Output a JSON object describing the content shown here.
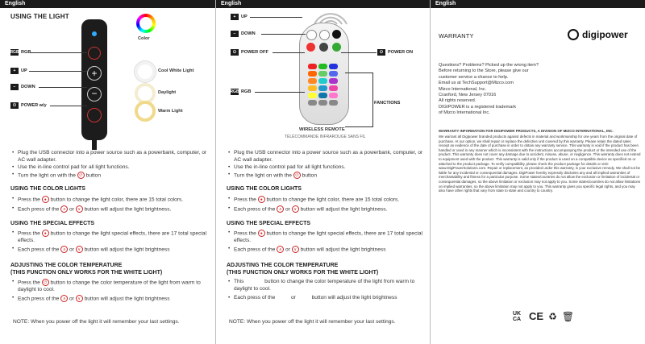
{
  "lang": "English",
  "col1": {
    "title": "USING THE LIGHT",
    "labels": {
      "color": "Color",
      "rgb": "RGB",
      "up": "UP",
      "down": "DOWN",
      "power": "POWER w/y",
      "cool": "Cool White Light",
      "day": "Daylight",
      "warm": "Warm Light"
    },
    "bullets": [
      "Plug the USB connector into a power source such as a powerbank, computer, or AC wall adapter.",
      "Use the in-line control pad for all light functions.",
      "Turn the light on with the",
      "button"
    ],
    "s_color": "USING THE COLOR LIGHTS",
    "color_l1a": "Press the",
    "color_l1b": "button to change the light color, there are 15 total colors.",
    "each_a": "Each press of the",
    "or": "or",
    "each_b": "button will adjust the light brightness.",
    "s_fx": "USING THE SPECIAL EFFECTS",
    "fx_l1b": "button to change the light special effects, there are 17 total special effects.",
    "each_b2": "button will adjust the light brightness",
    "s_temp1": "ADJUSTING THE COLOR TEMPERATURE",
    "s_temp2": "(THIS FUNCTION ONLY WORKS FOR THE WHITE LIGHT)",
    "temp_b": "button to change the color temperature of the light from warm to daylight to cool.",
    "note": "NOTE: When you power off the light it will remember your last settings."
  },
  "col2": {
    "labels": {
      "up": "UP",
      "down": "DOWN",
      "power_off": "POWER OFF",
      "power_on": "POWER ON",
      "rgb": "RGB",
      "functions": "FANCTIONS"
    },
    "remote_title": "WIRELESS REMOTE",
    "remote_sub": "TÉLÉCOMMANDE INFRAROUGE SANS FIL",
    "temp_a": "This",
    "temp_b": "button to change the color temperature of the light from warm to daylight to cool."
  },
  "col3": {
    "warranty": "WARRANTY",
    "brand": "digipower",
    "contact": [
      "Questions? Problems? Picked up the wrong item?",
      "Before returning to the Store, please give our",
      "customer service a chance to help.",
      "Email us at TechSupport@Mizco.com",
      "Mizco International, Inc.",
      "Cranford, New Jersey 07016",
      "All rights reserved.",
      "DIGIPOWER is a registered trademark",
      "of Mizco International Inc."
    ],
    "wi_title": "WARRANTY INFORMATION FOR DIGIPOWER PRODUCTS, A DIVISION OF MIZCO INTERNATIONAL, INC.",
    "wi_body": "We warrant all Digipower branded products against defects in material and workmanship for one years from the original date of purchase. At our option, we shall repair or replace the defective unit covered by this warranty. Please retain the dated sales receipt as evidence of the date of purchase in order to obtain any warranty service. This warranty is void if the product has been handled or used in any manner which is inconsistent with the instructions accompanying the product or the intended use of the product. This warranty does not cover any damage due to accident, misuse, abuse, or negligence. This warranty does not extend to equipment used with the product. This warranty is valid only if the product is used on a compatible device as specified on or attached to the product package. To verify compatibility, please check the product package for details or visit: www.DigiPowerSolutions.com. Repair or replacement, as provided under this warranty, is your exclusive remedy. We shall not be liable for any incidental or consequential damages. DigiPower hereby expressly disclaims any and all implied warranties of merchantability and fitness for a particular purpose. Some states/countries do not allow the exclusion or limitation of incidental or consequential damages, so the above limitation or exclusion may not apply to you. Some states/countries do not allow limitations on implied warranties, so the above limitation may not apply to you. This warranty gives you specific legal rights, and you may also have other rights that vary from state to state and country to country.",
    "marks": [
      "UK CA",
      "CE"
    ]
  }
}
